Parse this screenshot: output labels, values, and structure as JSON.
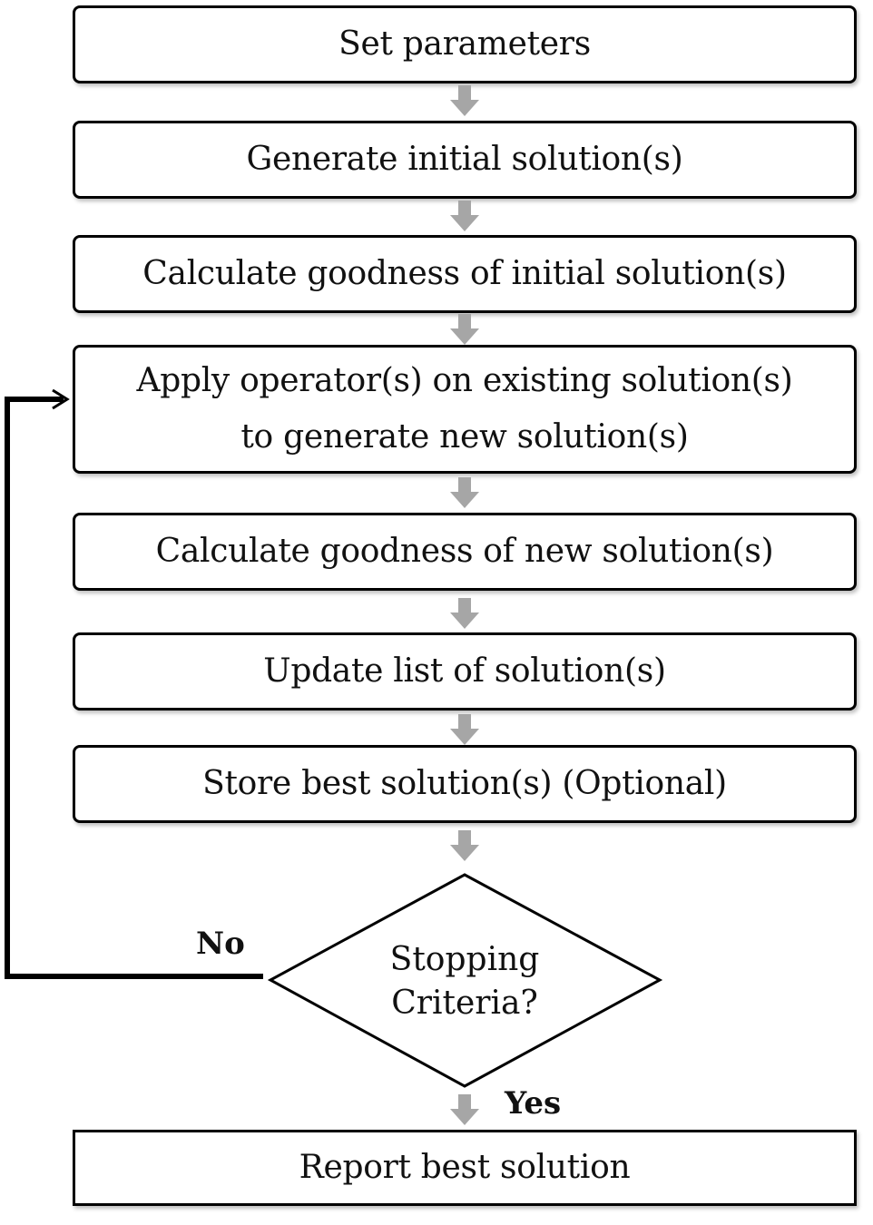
{
  "steps": [
    {
      "text": "Set parameters"
    },
    {
      "text": "Generate initial solution(s)"
    },
    {
      "text": "Calculate goodness of initial solution(s)"
    },
    {
      "line1": "Apply operator(s) on existing solution(s)",
      "line2": "to generate new solution(s)"
    },
    {
      "text": "Calculate goodness of new solution(s)"
    },
    {
      "text": "Update list of solution(s)"
    },
    {
      "text": "Store best solution(s) (Optional)"
    }
  ],
  "decision": {
    "line1": "Stopping",
    "line2": "Criteria?"
  },
  "branch_no": "No",
  "branch_yes": "Yes",
  "final_step": "Report best solution",
  "colors": {
    "arrow": "#a6a6a6",
    "line": "#000000",
    "box_bg": "#ffffff"
  }
}
